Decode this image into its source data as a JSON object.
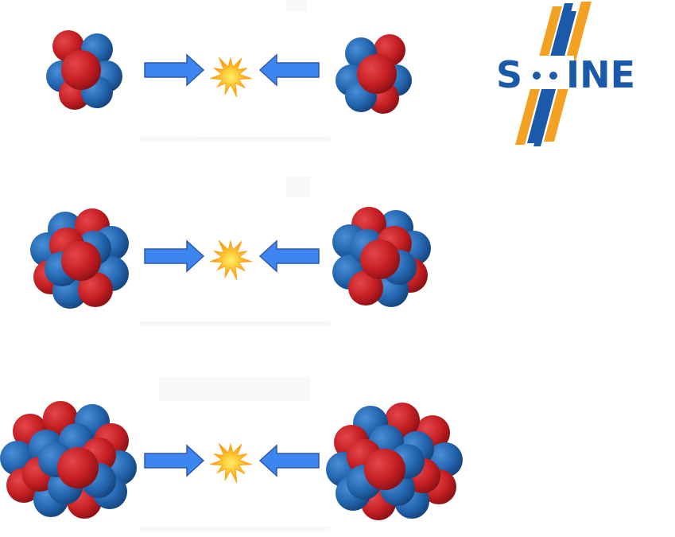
{
  "logo": {
    "text_left": "S",
    "text_right": "INE",
    "brand_blue": "#1a5aa8",
    "brand_orange": "#f2a123"
  },
  "colors": {
    "proton": "#c61f24",
    "neutron": "#2466b0",
    "arrow_fill": "#3d86f0",
    "arrow_stroke": "#2f5aa8",
    "burst_outer": "#ffa61a",
    "burst_inner": "#ffe04d"
  },
  "collisions": [
    {
      "name": "small-nuclei-collision",
      "nucleus_size": "small"
    },
    {
      "name": "medium-nuclei-collision",
      "nucleus_size": "medium"
    },
    {
      "name": "large-nuclei-collision",
      "nucleus_size": "large"
    }
  ]
}
